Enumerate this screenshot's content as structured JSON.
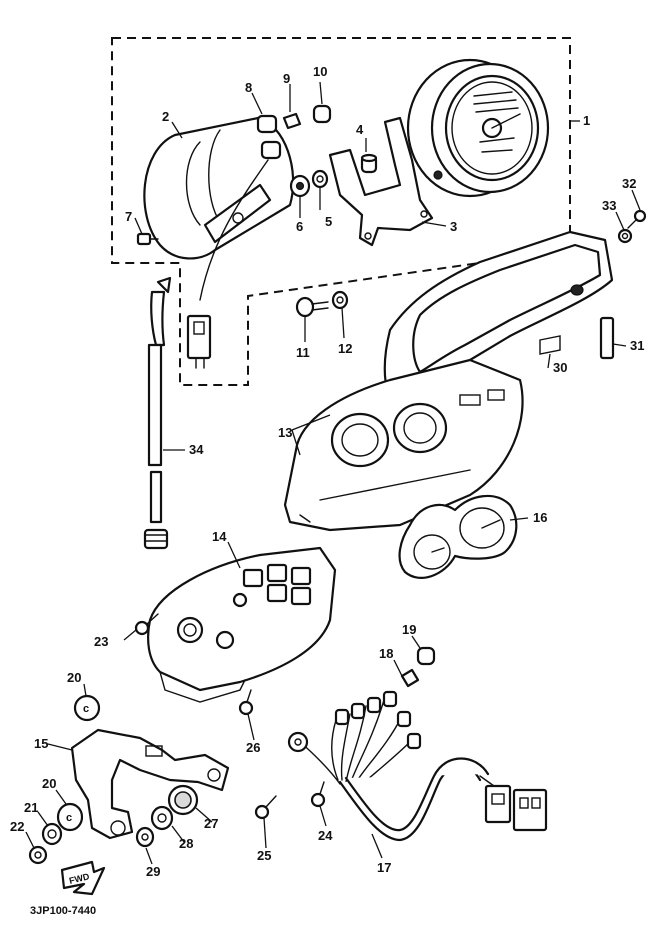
{
  "diagram": {
    "reference_code": "3JP100-7440",
    "fwd_label": "FWD",
    "callouts": {
      "c1": "1",
      "c2": "2",
      "c3": "3",
      "c4": "4",
      "c5": "5",
      "c6": "6",
      "c7": "7",
      "c8": "8",
      "c9": "9",
      "c10": "10",
      "c11": "11",
      "c12": "12",
      "c13": "13",
      "c14": "14",
      "c15": "15",
      "c16": "16",
      "c17": "17",
      "c18": "18",
      "c19": "19",
      "c20a": "20",
      "c20b": "20",
      "c21": "21",
      "c22": "22",
      "c23": "23",
      "c24": "24",
      "c25": "25",
      "c26": "26",
      "c27": "27",
      "c28": "28",
      "c29": "29",
      "c30": "30",
      "c31": "31",
      "c32": "32",
      "c33": "33",
      "c34": "34"
    }
  }
}
